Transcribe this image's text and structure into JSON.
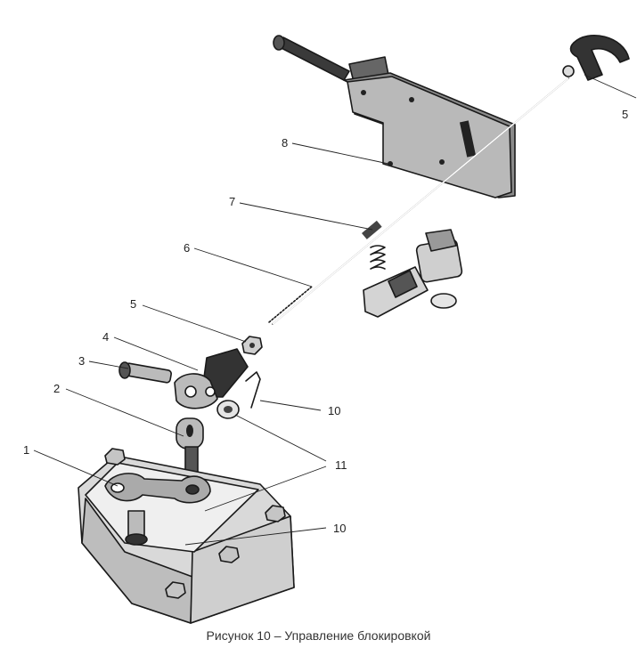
{
  "figure": {
    "caption": "Рисунок 10 – Управление блокировкой",
    "callouts": [
      {
        "id": "1",
        "text": "1"
      },
      {
        "id": "2",
        "text": "2"
      },
      {
        "id": "3",
        "text": "3"
      },
      {
        "id": "4",
        "text": "4"
      },
      {
        "id": "5a",
        "text": "5"
      },
      {
        "id": "5b",
        "text": "5"
      },
      {
        "id": "6",
        "text": "6"
      },
      {
        "id": "7",
        "text": "7"
      },
      {
        "id": "8",
        "text": "8"
      },
      {
        "id": "10a",
        "text": "10"
      },
      {
        "id": "10b",
        "text": "10"
      },
      {
        "id": "11",
        "text": "11"
      }
    ]
  }
}
